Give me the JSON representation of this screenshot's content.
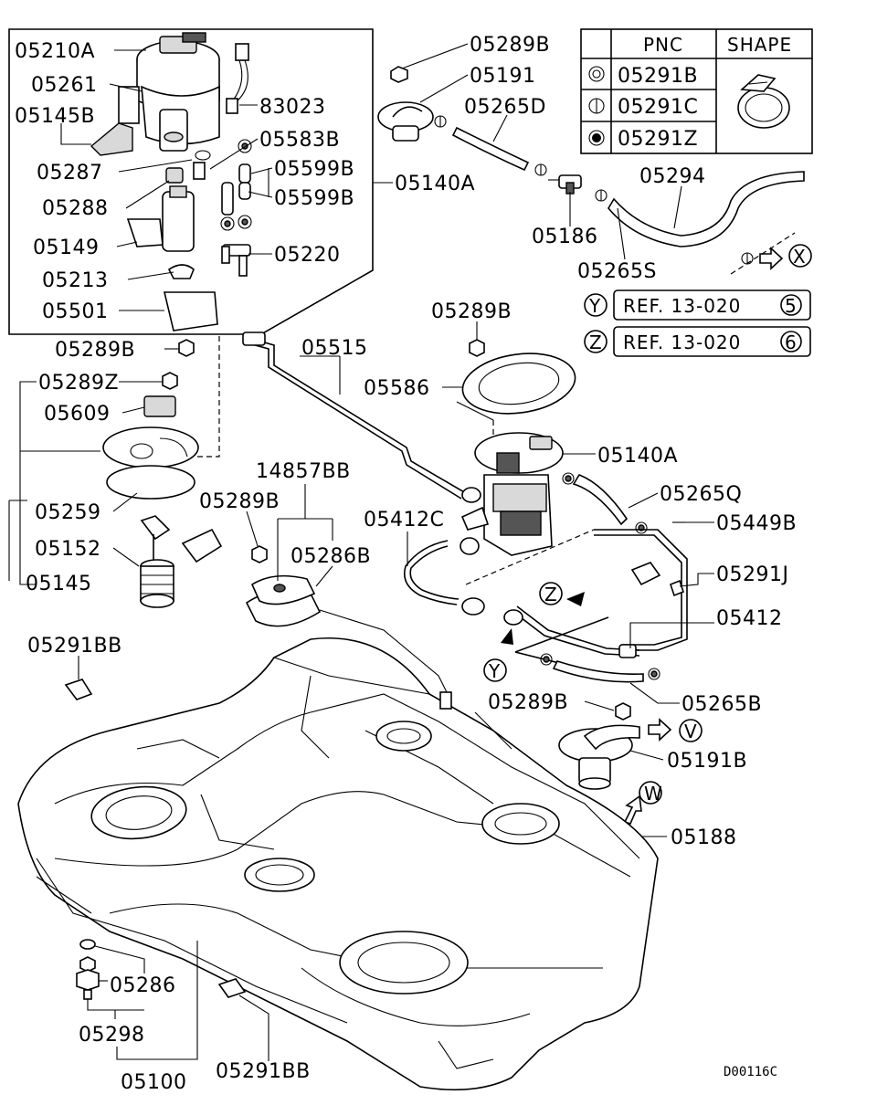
{
  "drawing_id": "D00116C",
  "labels": {
    "l05210A": "05210A",
    "l05261": "05261",
    "l05145B": "05145B",
    "l05287": "05287",
    "l05288": "05288",
    "l05149": "05149",
    "l05213": "05213",
    "l05501": "05501",
    "l83023": "83023",
    "l05583B": "05583B",
    "l05599B_1": "05599B",
    "l05599B_2": "05599B",
    "l05220": "05220",
    "l05140A_top": "05140A",
    "l05289B_top": "05289B",
    "l05191": "05191",
    "l05265D": "05265D",
    "l05186": "05186",
    "l05294": "05294",
    "l05265S": "05265S",
    "l05289B_left": "05289B",
    "l05289Z": "05289Z",
    "l05609": "05609",
    "l05259": "05259",
    "l05152": "05152",
    "l05145": "05145",
    "l05515": "05515",
    "l05289B_mid": "05289B",
    "l05586": "05586",
    "l05140A_mid": "05140A",
    "l14857BB": "14857BB",
    "l05289B_small": "05289B",
    "l05286B": "05286B",
    "l05412C": "05412C",
    "l05265Q": "05265Q",
    "l05449B": "05449B",
    "l05291J": "05291J",
    "l05412": "05412",
    "l05289B_right": "05289B",
    "l05265B": "05265B",
    "l05191B": "05191B",
    "l05188": "05188",
    "l05291BB_top": "05291BB",
    "l05286": "05286",
    "l05298": "05298",
    "l05100": "05100",
    "l05291BB_bot": "05291BB"
  },
  "table": {
    "header_pnc": "PNC",
    "header_shape": "SHAPE",
    "rows": [
      {
        "symbol": "double-circle-icon",
        "pnc": "05291B"
      },
      {
        "symbol": "circle-bar-icon",
        "pnc": "05291C"
      },
      {
        "symbol": "filled-circle-icon",
        "pnc": "05291Z"
      }
    ]
  },
  "refs": {
    "y_letter": "Y",
    "y_text": "REF. 13-020",
    "y_num": "5",
    "z_letter": "Z",
    "z_text": "REF. 13-020",
    "z_num": "6"
  },
  "markers": {
    "x": "X",
    "v": "V",
    "w": "W",
    "z": "Z",
    "y": "Y"
  }
}
